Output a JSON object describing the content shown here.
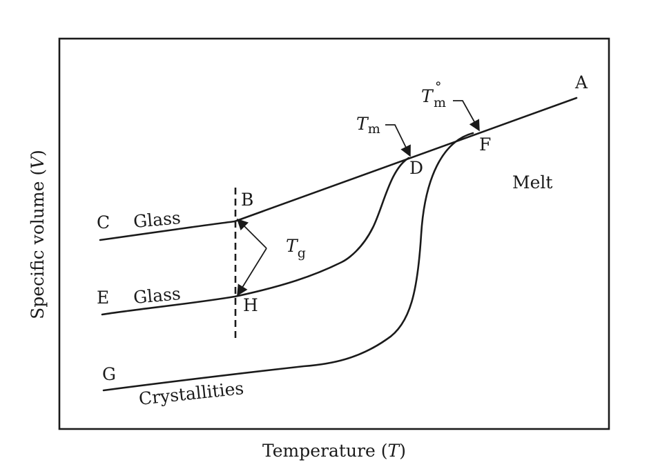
{
  "axes": {
    "xlabel_main": "Temperature (",
    "xlabel_var": "T",
    "xlabel_close": ")",
    "ylabel_main": "Specific volume (",
    "ylabel_var": "V",
    "ylabel_close": ")"
  },
  "points": {
    "A": "A",
    "B": "B",
    "C": "C",
    "D": "D",
    "E": "E",
    "F": "F",
    "G": "G",
    "H": "H"
  },
  "regions": {
    "glass_upper": "Glass",
    "glass_lower": "Glass",
    "crystallities": "Crystallities",
    "melt": "Melt"
  },
  "temperatures": {
    "tm_main": "T",
    "tm_sub": "m",
    "tm0_main": "T",
    "tm0_sup": "°",
    "tm0_sub": "m",
    "tg_main": "T",
    "tg_sub": "g"
  }
}
